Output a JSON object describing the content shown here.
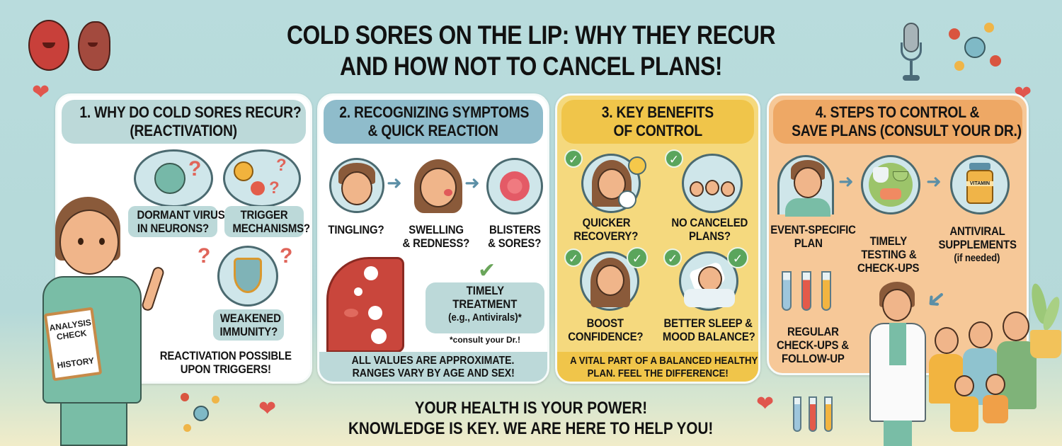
{
  "title": {
    "line1": "COLD SORES ON THE LIP: WHY THEY RECUR",
    "line2": "AND HOW NOT TO CANCEL PLANS!"
  },
  "panels": [
    {
      "heading": [
        "1. WHY DO COLD SORES RECUR?",
        "(REACTIVATION)"
      ],
      "items": [
        {
          "label": [
            "DORMANT VIRUS",
            "IN NEURONS?"
          ],
          "icon": "sleeping-virus-icon"
        },
        {
          "label": [
            "TRIGGER",
            "MECHANISMS?"
          ],
          "icon": "sun-stress-trigger-icon"
        },
        {
          "label": [
            "WEAKENED",
            "IMMUNITY?"
          ],
          "icon": "shield-icon"
        }
      ],
      "conclusion": [
        "REACTIVATION POSSIBLE",
        "UPON TRIGGERS!"
      ],
      "clipboard": [
        "ANALYSIS",
        "CHECK",
        "HISTORY"
      ]
    },
    {
      "heading": [
        "2. RECOGNIZING SYMPTOMS",
        "& QUICK REACTION"
      ],
      "items": [
        {
          "label": [
            "TINGLING?"
          ],
          "icon": "tingling-face-icon"
        },
        {
          "label": [
            "SWELLING",
            "& REDNESS?"
          ],
          "icon": "swollen-face-icon"
        },
        {
          "label": [
            "BLISTERS",
            "& SORES?"
          ],
          "icon": "blisters-icon"
        }
      ],
      "treatment": {
        "title": [
          "TIMELY",
          "TREATMENT"
        ],
        "example": "(e.g., Antivirals)*",
        "note": "*consult your Dr.!"
      },
      "footer": [
        "ALL VALUES ARE APPROXIMATE.",
        "RANGES VARY BY AGE AND SEX!"
      ]
    },
    {
      "heading": [
        "3. KEY BENEFITS",
        "OF CONTROL"
      ],
      "items": [
        {
          "label": [
            "QUICKER",
            "RECOVERY?"
          ],
          "icon": "happy-woman-clock-icon"
        },
        {
          "label": [
            "NO CANCELED",
            "PLANS?"
          ],
          "icon": "friends-dinner-icon"
        },
        {
          "label": [
            "BOOST",
            "CONFIDENCE?"
          ],
          "icon": "confident-woman-icon"
        },
        {
          "label": [
            "BETTER SLEEP &",
            "MOOD BALANCE?"
          ],
          "icon": "sleeping-person-icon"
        }
      ],
      "footer": [
        "A VITAL PART OF A BALANCED HEALTHY",
        "PLAN. FEEL THE DIFFERENCE!"
      ]
    },
    {
      "heading": [
        "4. STEPS TO CONTROL &",
        "SAVE PLANS (CONSULT YOUR DR.)"
      ],
      "items": [
        {
          "label": [
            "EVENT-SPECIFIC",
            "PLAN"
          ],
          "icon": "man-nurse-icon"
        },
        {
          "label": [
            "TIMELY",
            "TESTING &",
            "CHECK-UPS"
          ],
          "icon": "food-magnifier-icon"
        },
        {
          "label": [
            "ANTIVIRAL",
            "SUPPLEMENTS",
            "(if needed)"
          ],
          "icon": "vitamin-bottle-icon"
        },
        {
          "label": [
            "REGULAR",
            "CHECK-UPS &",
            "FOLLOW-UP"
          ],
          "icon": "test-tubes-icon"
        }
      ],
      "vitamin_label": "VITAMIN"
    }
  ],
  "bottom": {
    "line1": "YOUR HEALTH IS YOUR POWER!",
    "line2": "KNOWLEDGE IS KEY. WE ARE HERE TO HELP YOU!"
  },
  "colors": {
    "background": "#b9dcdd",
    "panel1_header": "#bcd9d9",
    "panel2_header": "#8fbccb",
    "panel3_bg": "#f5d97e",
    "panel3_header": "#f0c54a",
    "panel4_bg": "#f6c898",
    "panel4_header": "#eea865",
    "accent_red": "#e0655a",
    "check_green": "#5aa55c"
  }
}
